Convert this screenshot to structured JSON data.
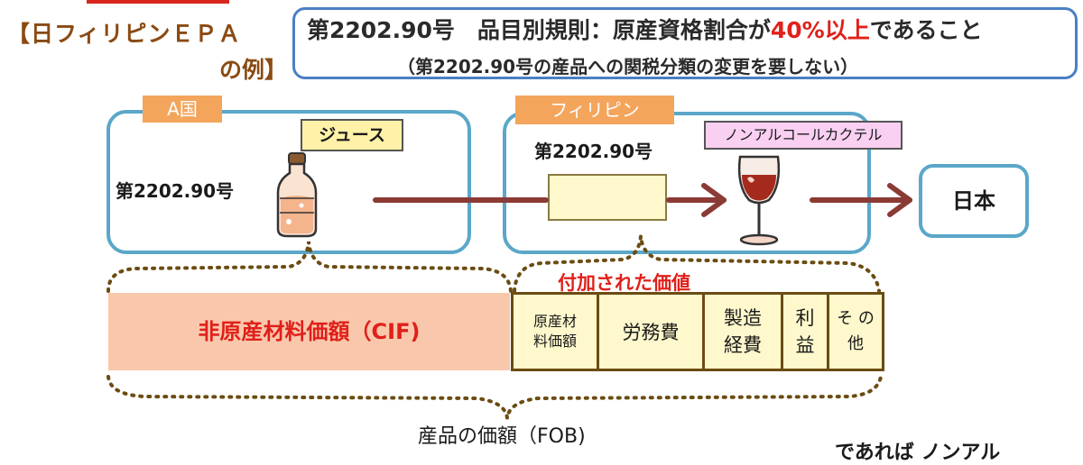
{
  "header": {
    "title_line1": "【日フィリピンＥＰＡ",
    "title_line2": "の例】",
    "rule_prefix": "第2202.90号　品目別規則：原産資格割合が",
    "rule_highlight": "40%以上",
    "rule_suffix": "であること",
    "rule_note": "（第2202.90号の産品への関税分類の変更を要しない）"
  },
  "country_a": {
    "tag": "A国",
    "product_tag": "ジュース",
    "code": "第2202.90号"
  },
  "philippines": {
    "tag": "フィリピン",
    "product_tag": "ノンアルコールカクテル",
    "code": "第2202.90号"
  },
  "destination": "日本",
  "value_breakdown": {
    "non_originating_label": "非原産材料価額（CIF)",
    "added_value_label": "付加された価値",
    "cells": [
      {
        "line1": "原産材",
        "line2": "料価額"
      },
      {
        "line1": "労務費",
        "line2": ""
      },
      {
        "line1": "製造",
        "line2": "経費"
      },
      {
        "line1": "利",
        "line2": "益"
      },
      {
        "line1": "そ の",
        "line2": "他"
      }
    ],
    "fob_label": "産品の価額（FOB)"
  },
  "bottom_cut_text": "であれば ノンアル",
  "colors": {
    "accent_red": "#e0201a",
    "box_blue": "#5aa7c9",
    "arrow_brown": "#8b3a35",
    "tag_orange": "#f4a55c",
    "tag_yellow": "#fff1a8",
    "tag_pink": "#f9d0f2"
  }
}
